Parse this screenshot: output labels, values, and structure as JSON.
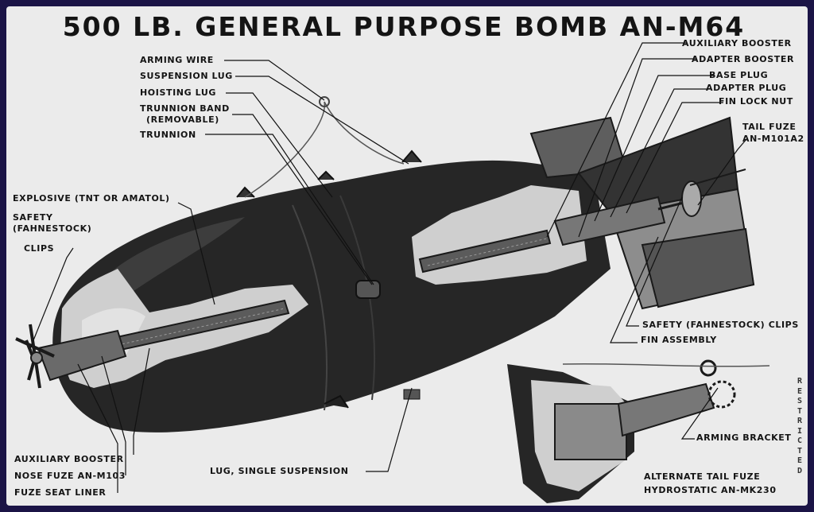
{
  "title": "500 LB. GENERAL PURPOSE BOMB AN-M64",
  "labels": {
    "arming_wire": "ARMING WIRE",
    "suspension_lug": "SUSPENSION LUG",
    "hoisting_lug": "HOISTING LUG",
    "trunnion_band_1": "TRUNNION BAND",
    "trunnion_band_2": "(REMOVABLE)",
    "trunnion": "TRUNNION",
    "explosive": "EXPLOSIVE (TNT OR AMATOL)",
    "safety_1": "SAFETY",
    "safety_2": "(FAHNESTOCK)",
    "clips": "CLIPS",
    "aux_booster_nose": "AUXILIARY BOOSTER",
    "nose_fuze": "NOSE FUZE AN-M103",
    "fuze_seat_liner": "FUZE SEAT LINER",
    "lug_single": "LUG, SINGLE SUSPENSION",
    "aux_booster_tail": "AUXILIARY BOOSTER",
    "adapter_booster": "ADAPTER BOOSTER",
    "base_plug": "BASE PLUG",
    "adapter_plug": "ADAPTER PLUG",
    "fin_lock_nut": "FIN LOCK NUT",
    "tail_fuze_1": "TAIL FUZE",
    "tail_fuze_2": "AN-M101A2",
    "safety_clips_tail": "SAFETY (FAHNESTOCK) CLIPS",
    "fin_assembly": "FIN ASSEMBLY",
    "arming_bracket": "ARMING BRACKET",
    "alt_tail_fuze_1": "ALTERNATE TAIL FUZE",
    "alt_tail_fuze_2": "HYDROSTATIC AN-MK230"
  },
  "stamp": "RESTRICTED"
}
